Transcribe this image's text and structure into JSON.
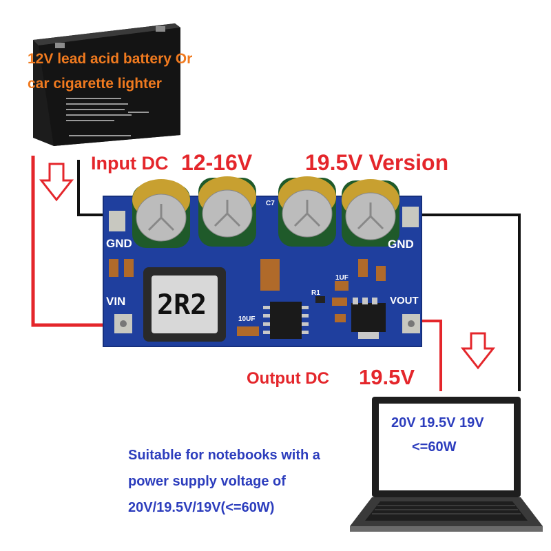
{
  "battery": {
    "title_line1": "12V lead acid battery Or",
    "title_line2": "car cigarette lighter"
  },
  "input": {
    "label": "Input DC",
    "value": "12-16V"
  },
  "version": "19.5V Version",
  "board": {
    "gnd_left": "GND",
    "gnd_right": "GND",
    "vin": "VIN",
    "vout": "VOUT",
    "inductor": "2R2",
    "r1": "R1",
    "cap_1uf": "1UF",
    "cap_10uf": "10UF",
    "c7": "C7"
  },
  "output": {
    "label": "Output DC",
    "value": "19.5V"
  },
  "laptop_screen": {
    "line1": "20V 19.5V 19V",
    "line2": "<=60W"
  },
  "description": {
    "line1": "Suitable for notebooks with a",
    "line2": "power supply voltage of",
    "line3": "20V/19.5V/19V(<=60W)"
  },
  "colors": {
    "orange_text": "#f07a1f",
    "red_text": "#e4262b",
    "blue_text": "#2c3dbd",
    "pcb_blue": "#1f3f9e",
    "wire_red": "#e4262b",
    "wire_black": "#111111"
  }
}
